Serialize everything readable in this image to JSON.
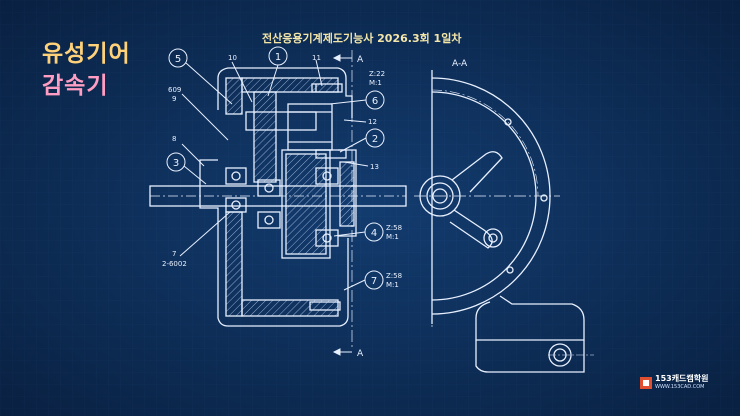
{
  "title": {
    "line1": "유성기어",
    "line2": "감속기"
  },
  "exam_title": "전산응용기계제도기능사 2026.3회 1일차",
  "section": {
    "cut_label": "A",
    "view_label": "A-A"
  },
  "balloons": [
    "5",
    "1",
    "6",
    "2",
    "3",
    "4",
    "7"
  ],
  "leaders": {
    "l10": "10",
    "l11": "11",
    "l12": "12",
    "l13": "13",
    "l609": "609",
    "l9": "9",
    "l8": "8",
    "l7": "7",
    "l2_6002": "2-6002"
  },
  "gear_specs": {
    "g1_z": "Z:22",
    "g1_m": "M:1",
    "g2_z": "Z:58",
    "g2_m": "M:1",
    "g3_z": "Z:58",
    "g3_m": "M:1"
  },
  "logo": {
    "name": "153캐드캠학원",
    "url": "WWW.153CAD.COM"
  },
  "colors": {
    "background": "#0d2a52",
    "line": "#e8f0ff",
    "grid": "#1d3f6e",
    "title1": "#ffd27a",
    "title2": "#ff9ec2"
  }
}
